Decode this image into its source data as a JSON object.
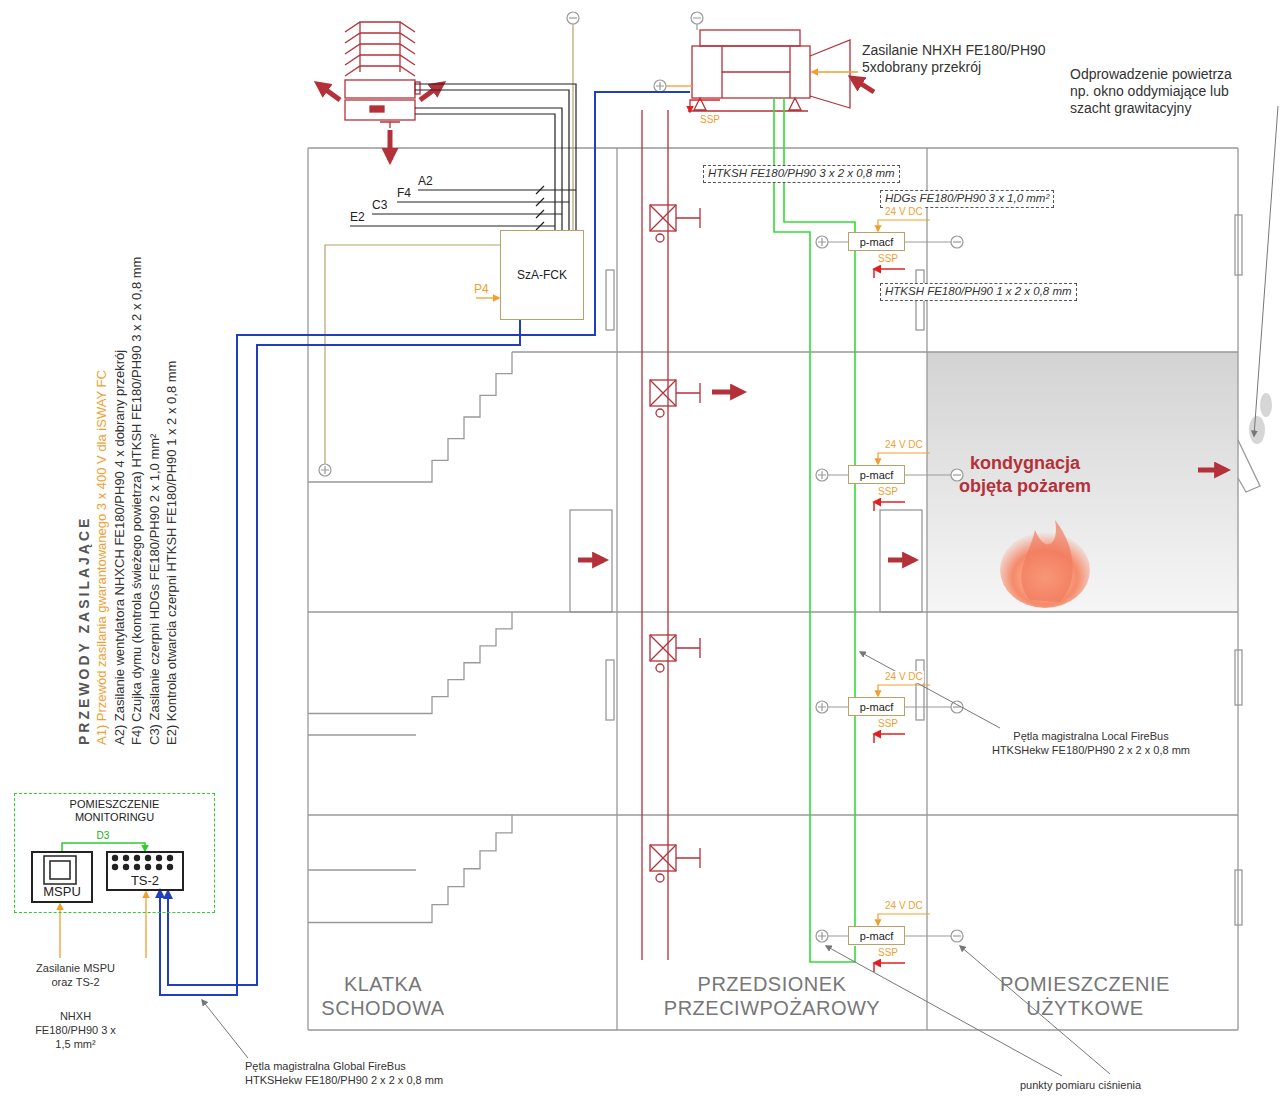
{
  "diagram": {
    "nodes": [
      {
        "text": [
          "SzA-FCK"
        ]
      },
      {
        "text": [
          "p-macf"
        ]
      },
      {
        "text": [
          "p-macf"
        ]
      },
      {
        "text": [
          "p-macf"
        ]
      },
      {
        "text": [
          "p-macf"
        ]
      },
      {
        "text": [
          "POMIESZCZENIE MONITORINGU"
        ]
      },
      {
        "text": [
          "MSPU"
        ],
        "in": 5
      },
      {
        "text": [
          "TS-2"
        ],
        "in": 5
      }
    ],
    "edges": [
      {
        "from": 0,
        "to": 7,
        "arrow": "to"
      },
      {
        "from": 6,
        "to": 7,
        "label": "D3",
        "arrow": "to"
      },
      {
        "from": 1,
        "to": 2,
        "arrow": "none"
      },
      {
        "from": 2,
        "to": 3,
        "arrow": "none"
      },
      {
        "from": 3,
        "to": 4,
        "arrow": "none"
      }
    ],
    "labels": [
      "Zasilanie NHXH FE180/PH90 5xdobrany przekrój",
      "Odprowadzenie powietrza np. okno oddymiające lub szacht grawitacyjny",
      "SSP",
      "HTKSH FE180/PH90 3 x 2 x 0,8 mm",
      "HDGs FE180/PH90 3 x 1,0 mm²",
      "A2",
      "F4",
      "C3",
      "E2",
      "P4",
      "24 V DC",
      "SSP",
      "HTKSH FE180/PH90 1 x 2 x 0,8 mm",
      "24 V DC",
      "SSP",
      "kondygnacja objęta pożarem",
      "24 V DC",
      "SSP",
      "Pętla magistralna Local FireBus HTKSHekw FE180/PH90 2 x 2 x 0,8 mm",
      "24 V DC",
      "SSP",
      "PRZEWODY ZASILAJĄCE",
      "Zasilanie MSPU oraz TS-2",
      "NHXH FE180/PH90 3 x 1,5 mm²",
      "KLATKA SCHODOWA",
      "PRZEDSIONEK PRZECIWPOŻAROWY",
      "POMIESZCZENIE UŻYTKOWE",
      "Pętla magistralna Global FireBus HTKSHekw FE180/PH90 2 x 2 x 0,8 mm",
      "punkty pomiaru ciśnienia"
    ],
    "legend": [
      {
        "text": "A1) Przewód zasilania gwarantowanego 3 x 400 V dla iSWAY FC"
      },
      {
        "text": "A2) Zasilanie wentylatora NHXCH FE180/PH90 4 x dobrany przekrój"
      },
      {
        "text": "F4) Czujka dymu (kontrola świeżego powietrza) HTKSH FE180/PH90 3 x 2 x 0,8 mm"
      },
      {
        "text": "C3) Zasilanie czerpni HDGs FE180/PH90 2 x 1,0 mm²"
      },
      {
        "text": "E2) Kontrola otwarcia czerpni HTKSH FE180/PH90 1 x 2 x 0,8 mm"
      }
    ]
  }
}
